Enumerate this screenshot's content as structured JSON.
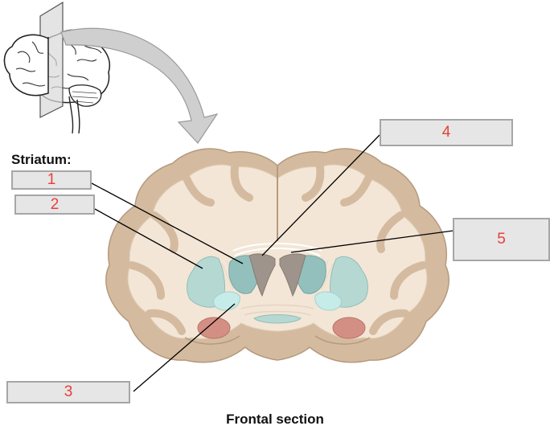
{
  "heading": "Striatum:",
  "caption": "Frontal section",
  "labels": [
    {
      "number": "1"
    },
    {
      "number": "2"
    },
    {
      "number": "3"
    },
    {
      "number": "4"
    },
    {
      "number": "5"
    }
  ],
  "colors": {
    "label_number": "#e8403a",
    "label_fill": "#e6e6e6",
    "label_border": "#a6a6a6",
    "cortex_gray": "#d4bba0",
    "white_matter": "#f3e6d6",
    "caudate": "#93c0bd",
    "putamen": "#b5d8d3",
    "globus_pallidus": "#c6ecea",
    "ventricle": "#9e948c",
    "amygdala": "#d48f84",
    "arrow": "#cfcfcf"
  }
}
